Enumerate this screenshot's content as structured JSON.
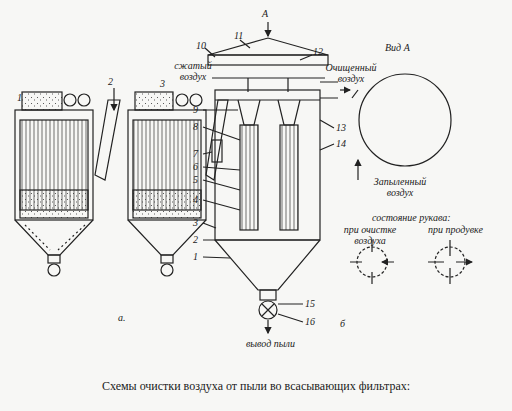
{
  "diagram": {
    "caption": "Схемы очистки воздуха от пыли во всасывающих фильтрах:",
    "labels": [
      "1",
      "2",
      "3",
      "а.",
      "А",
      "10",
      "11",
      "12",
      "сжатый воздух",
      "9",
      "8",
      "7",
      "6",
      "5",
      "4",
      "3",
      "2",
      "1",
      "Очищенный воздух",
      "13",
      "14",
      "15",
      "16",
      "вывод пыли",
      "б",
      "Вид А",
      "Запыленный воздух",
      "состояние рукава:",
      "при очистке воздуха",
      "при продувке"
    ]
  }
}
